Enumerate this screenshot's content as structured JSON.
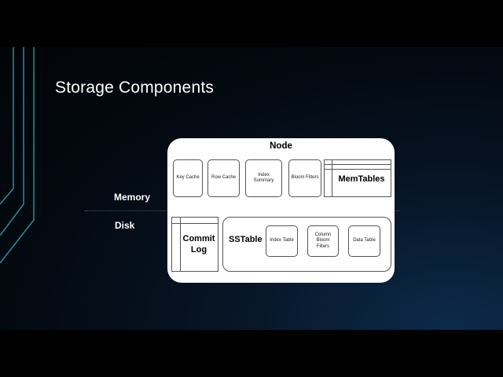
{
  "slide": {
    "title": "Storage Components",
    "memory_label": "Memory",
    "disk_label": "Disk"
  },
  "node": {
    "title": "Node",
    "memory_components": [
      {
        "label": "Key Cache"
      },
      {
        "label": "Row Cache"
      },
      {
        "label_lines": [
          "Index",
          "Summary"
        ]
      },
      {
        "label": "Bloom Filters"
      }
    ],
    "memtables_label": "MemTables",
    "commit_log_lines": [
      "Commit",
      "Log"
    ],
    "sstable": {
      "label": "SSTable",
      "components": [
        {
          "label": "Index Table"
        },
        {
          "label_lines": [
            "Column",
            "Bloom",
            "Filters"
          ]
        },
        {
          "label": "Data Table"
        }
      ]
    }
  },
  "colors": {
    "accent_line": "#2aa6b0",
    "background": "#040a12",
    "node_fill": "#ffffff"
  }
}
